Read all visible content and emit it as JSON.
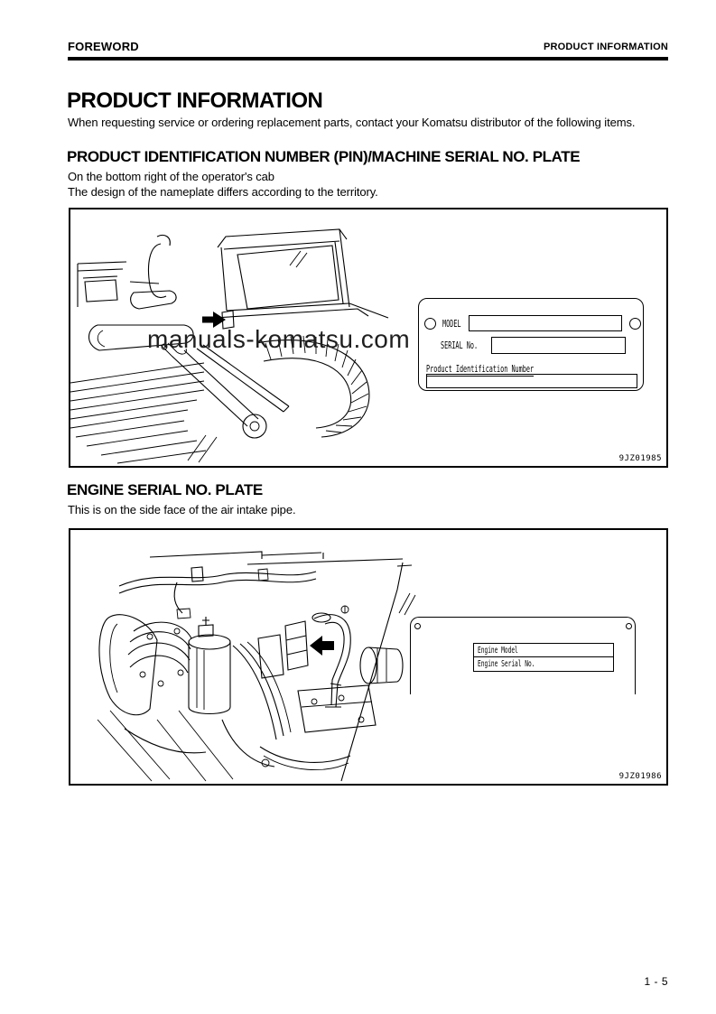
{
  "header": {
    "left": "FOREWORD",
    "right": "PRODUCT INFORMATION"
  },
  "title": "PRODUCT INFORMATION",
  "intro": "When requesting service or ordering replacement parts, contact your Komatsu distributor of the following items.",
  "pin_section": {
    "heading": "PRODUCT IDENTIFICATION NUMBER (PIN)/MACHINE SERIAL NO. PLATE",
    "location_line": "On the bottom right of the operator's cab",
    "note_line": "The design of the nameplate differs according to the territory.",
    "figure": {
      "watermark": "manuals-komatsu.com",
      "figure_code": "9JZ01985",
      "plate": {
        "model_label": "MODEL",
        "serial_label": "SERIAL No.",
        "pin_label": "Product Identification Number"
      }
    }
  },
  "engine_section": {
    "heading": "ENGINE SERIAL NO. PLATE",
    "location_line": "This is on the side face of the air intake pipe.",
    "figure": {
      "figure_code": "9JZ01986",
      "plate": {
        "row1_label": "Engine Model",
        "row2_label": "Engine Serial No."
      }
    }
  },
  "footer": {
    "page_number": "1 - 5"
  },
  "colors": {
    "ink": "#000000",
    "watermark": "#1f1f1f",
    "paper": "#ffffff"
  }
}
